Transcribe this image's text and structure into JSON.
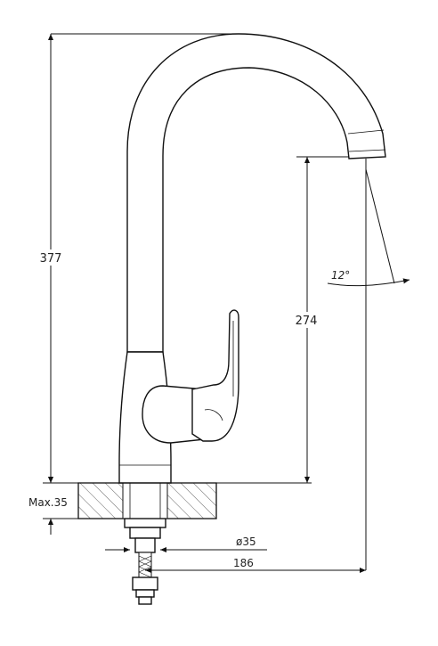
{
  "dimensions": {
    "total_height": "377",
    "spout_height": "274",
    "max_thickness": "Max.35",
    "hole_diameter": "ø35",
    "reach": "186",
    "spray_angle": "12°"
  }
}
